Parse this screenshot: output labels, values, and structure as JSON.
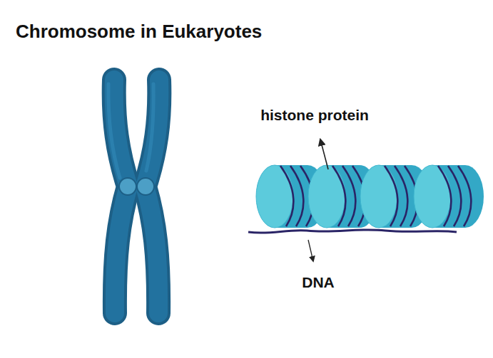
{
  "diagram": {
    "title": "Chromosome in Eukaryotes",
    "labels": [
      "histone protein",
      "DNA"
    ]
  }
}
